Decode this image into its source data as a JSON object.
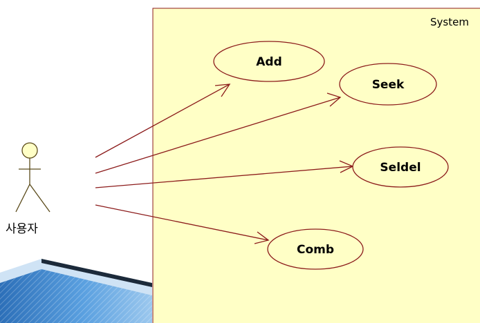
{
  "diagram": {
    "system_label": "System",
    "actor": {
      "label": "사용자"
    },
    "use_cases": [
      {
        "id": "add",
        "label": "Add"
      },
      {
        "id": "seek",
        "label": "Seek"
      },
      {
        "id": "seldel",
        "label": "Seldel"
      },
      {
        "id": "comb",
        "label": "Comb"
      }
    ]
  },
  "colors": {
    "system_fill": "#ffffc6",
    "system_border": "#8b1a1a",
    "usecase_border": "#8b1a1a",
    "association_line": "#8b1a1a",
    "actor_fill": "#ffffc6",
    "actor_stroke": "#5a4a1a",
    "decoration_blue": "#3a7fc4"
  }
}
